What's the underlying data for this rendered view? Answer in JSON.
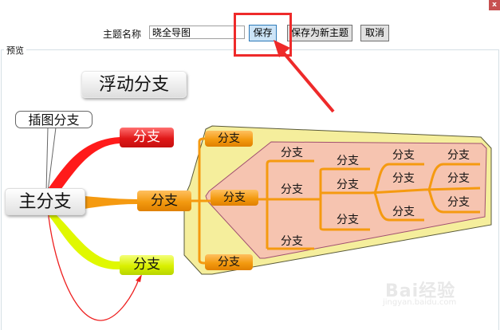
{
  "window": {
    "close_label": "x"
  },
  "toolbar": {
    "theme_label": "主题名称",
    "theme_value": "晓全导图",
    "save_label": "保存",
    "save_new_label": "保存为新主题",
    "cancel_label": "取消"
  },
  "preview": {
    "legend": "预览",
    "float_branch": "浮动分支",
    "callout_branch": "插图分支",
    "main_branch": "主分支",
    "red_branch": "分支",
    "lime_branch": "分支",
    "orange_branch": "分支",
    "yellow_top": "分支",
    "yellow_bottom": "分支",
    "pink_root": "分支",
    "level2": [
      "分支",
      "分支",
      "分支"
    ],
    "level3": [
      "分支",
      "分支",
      "分支"
    ],
    "level4": [
      "分支",
      "分支",
      "分支"
    ],
    "level5": [
      "分支",
      "分支",
      "分支"
    ]
  },
  "colors": {
    "highlight": "#ee2a2a",
    "save_button_bg": "#cce4f7",
    "red_branch": "#ff1a1a",
    "lime_branch": "#e0f800",
    "orange_branch": "#f59a10",
    "boundary_yellow": "#f5ee9c",
    "boundary_pink": "#f6c4b0"
  },
  "watermark": {
    "brand": "Bai经验",
    "url": "jingyan.baidu.com"
  }
}
